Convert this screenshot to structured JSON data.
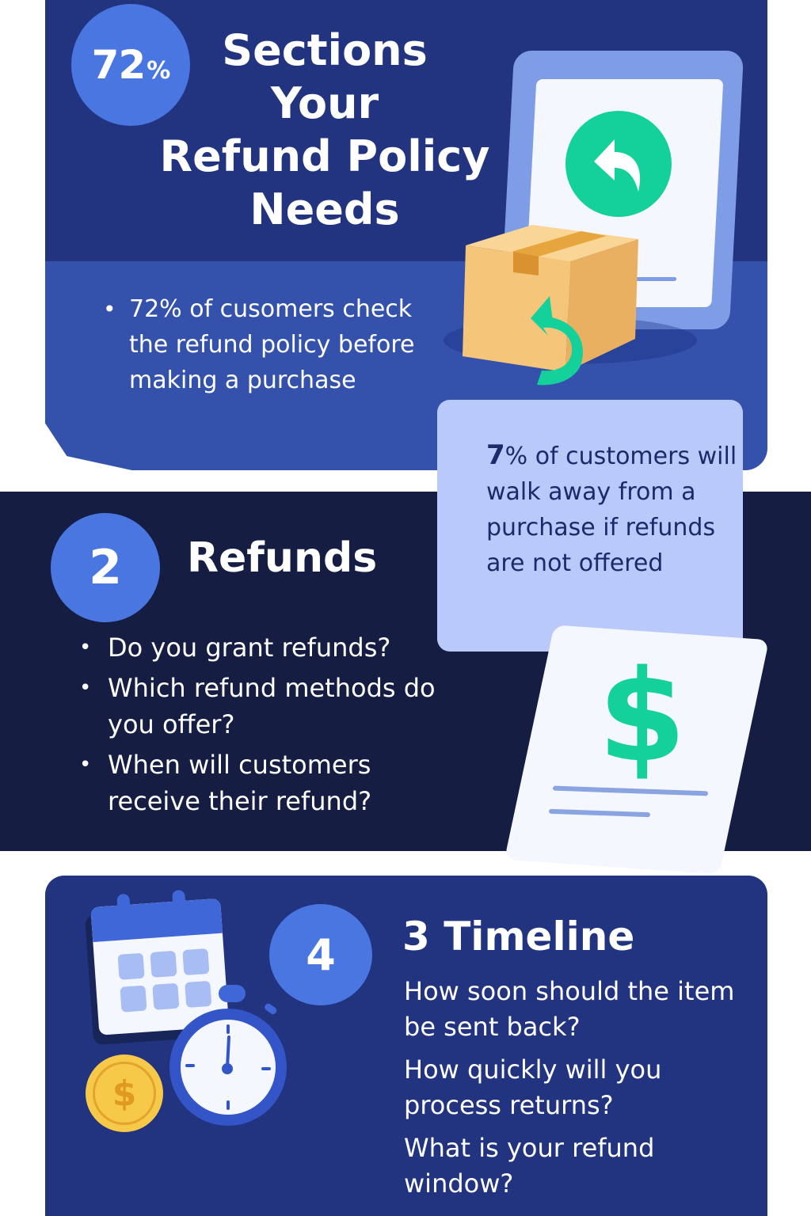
{
  "header": {
    "badge_value": "72",
    "badge_unit": "%",
    "title_lines": [
      "Sections",
      "Your",
      "Refund Policy",
      "Needs"
    ]
  },
  "stat_checks": {
    "bullet": "•",
    "text": "72% of cusomers check the refund policy before making a purchase"
  },
  "stat_walkaway": {
    "figure": "7",
    "unit": "%",
    "text": " of customers will walk away from a purchase if refunds are not offered"
  },
  "section_refunds": {
    "number": "2",
    "title": "Refunds",
    "bullet": "•",
    "items": [
      "Do you grant refunds?",
      "Which refund methods do you offer?",
      "When will customers receive their refund?"
    ]
  },
  "section_timeline": {
    "badge_number": "4",
    "title": "3 Timeline",
    "items": [
      "How soon should the item be sent back?",
      "How quickly will you process returns?",
      "What is your refund window?"
    ]
  },
  "illustrations": {
    "tablet_icon": "undo-arrow-icon",
    "box_icon": "package-return-icon",
    "receipt_symbol": "$",
    "coin_symbol": "$",
    "calendar_icon": "calendar-icon",
    "stopwatch_icon": "stopwatch-icon"
  },
  "colors": {
    "panel_dark_blue": "#22337f",
    "panel_mid_blue": "#3452ab",
    "panel_navy": "#151d42",
    "badge_blue": "#4a76e2",
    "callout_light_blue": "#b9c9fa",
    "accent_green": "#14d19c",
    "coin_gold": "#f7c948",
    "box_tan": "#f5c57a"
  }
}
